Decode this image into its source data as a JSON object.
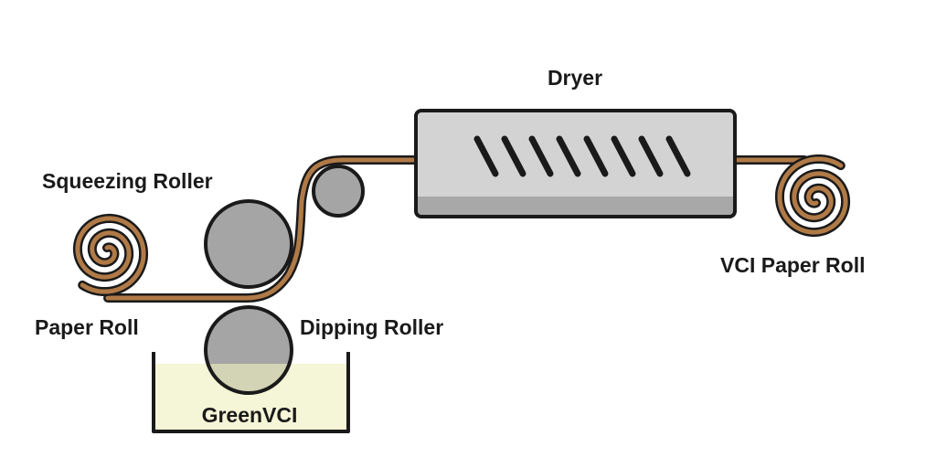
{
  "labels": {
    "dryer": "Dryer",
    "squeezing_roller": "Squeezing Roller",
    "paper_roll": "Paper Roll",
    "dipping_roller": "Dipping Roller",
    "green_vci": "GreenVCI",
    "vci_paper_roll": "VCI Paper Roll"
  },
  "colors": {
    "paper": "#b07a47",
    "outline": "#1a1a1a",
    "roller_fill": "#a5a5a5",
    "dryer_body": "#d3d3d3",
    "dryer_bottom": "#a8a8a8",
    "liquid": "#efefbf"
  }
}
